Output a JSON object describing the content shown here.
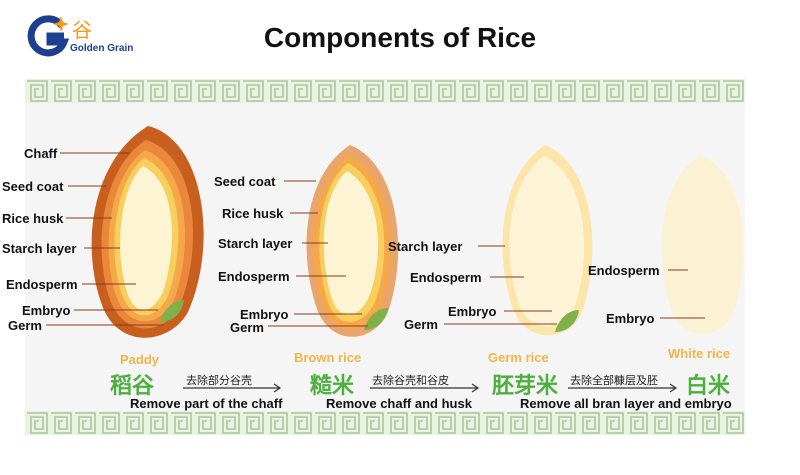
{
  "header": {
    "logo_cn": "谷",
    "logo_en": "Golden Grain",
    "title": "Components of Rice"
  },
  "colors": {
    "chaff": "#c85f1e",
    "seed_coat": "#e9873a",
    "husk": "#f5a84a",
    "starch": "#f8cf5c",
    "endosperm": "#fdf4d3",
    "germ": "#7fb04a",
    "stage_en": "#f0b44a",
    "stage_cn": "#4caf3f",
    "band": "#a7c79a"
  },
  "paddy": {
    "labels": [
      "Chaff",
      "Seed coat",
      "Rice husk",
      "Starch layer",
      "Endosperm",
      "Embryo",
      "Germ"
    ]
  },
  "brown": {
    "labels": [
      "Seed coat",
      "Rice husk",
      "Starch layer",
      "Endosperm",
      "Embryo",
      "Germ"
    ]
  },
  "germ_rice": {
    "labels": [
      "Starch  layer",
      "Endosperm",
      "Embryo",
      "Germ"
    ]
  },
  "white": {
    "labels": [
      "Endosperm",
      "Embryo"
    ]
  },
  "stages": [
    {
      "en": "Paddy",
      "cn": "稻谷"
    },
    {
      "en": "Brown rice",
      "cn": "糙米"
    },
    {
      "en": "Germ rice",
      "cn": "胚芽米"
    },
    {
      "en": "White rice",
      "cn": "白米"
    }
  ],
  "steps": [
    {
      "cn": "去除部分谷壳",
      "en": "Remove part of the chaff"
    },
    {
      "cn": "去除谷壳和谷皮",
      "en": "Remove chaff and husk"
    },
    {
      "cn": "去除全部糠层及胚",
      "en": "Remove all bran layer and embryo"
    }
  ]
}
